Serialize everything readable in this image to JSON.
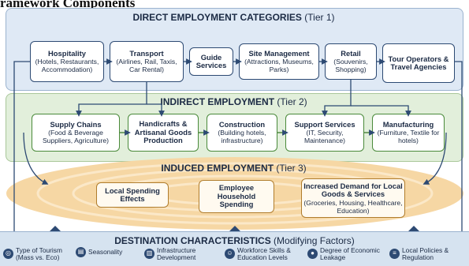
{
  "title": "ramework Components",
  "tier1": {
    "header_bold": "DIRECT EMPLOYMENT CATEGORIES",
    "header_tier": "(Tier 1)",
    "boxes": [
      {
        "title": "Hospitality",
        "desc": "(Hotels, Restaurants, Accommodation)"
      },
      {
        "title": "Transport",
        "desc": "(Airlines, Rail, Taxis, Car Rental)"
      },
      {
        "title": "Guide Services",
        "desc": ""
      },
      {
        "title": "Site Management",
        "desc": "(Attractions, Museums, Parks)"
      },
      {
        "title": "Retail",
        "desc": "(Souvenirs, Shopping)"
      },
      {
        "title": "Tour Operators & Travel Agencies",
        "desc": ""
      }
    ]
  },
  "tier2": {
    "header_bold": "INDIRECT EMPLOYMENT",
    "header_tier": "(Tier 2)",
    "boxes": [
      {
        "title": "Supply Chains",
        "desc": "(Food & Beverage Suppliers, Agriculture)"
      },
      {
        "title": "Handicrafts & Artisanal Goods Production",
        "desc": ""
      },
      {
        "title": "Construction",
        "desc": "(Building hotels, infrastructure)"
      },
      {
        "title": "Support Services",
        "desc": "(IT, Security, Maintenance)"
      },
      {
        "title": "Manufacturing",
        "desc": "(Furniture, Textile for hotels)"
      }
    ]
  },
  "tier3": {
    "header_bold": "INDUCED EMPLOYMENT",
    "header_tier": "(Tier 3)",
    "boxes": [
      {
        "title": "Local Spending Effects",
        "desc": ""
      },
      {
        "title": "Employee Household Spending",
        "desc": ""
      },
      {
        "title": "Increased Demand for Local Goods & Services",
        "desc": "(Groceries, Housing, Healthcare, Education)"
      }
    ]
  },
  "destination": {
    "header_bold": "DESTINATION CHARACTERISTICS",
    "header_sub": "(Modifying Factors)",
    "factors": [
      {
        "label": "Type of Tourism (Mass vs. Eco)",
        "icon": "globe-icon"
      },
      {
        "label": "Seasonality",
        "icon": "calendar-icon"
      },
      {
        "label": "Infrastructure Development",
        "icon": "building-icon"
      },
      {
        "label": "Workforce Skills & Education Levels",
        "icon": "people-icon"
      },
      {
        "label": "Degree of Economic Leakage",
        "icon": "leak-icon"
      },
      {
        "label": "Local Policies & Regulation",
        "icon": "document-icon"
      }
    ]
  },
  "colors": {
    "tier1_bg": "#dfe9f5",
    "tier2_bg": "#e2efdb",
    "tier3_bg": "#f8d9a8",
    "accent": "#2d4a73"
  }
}
